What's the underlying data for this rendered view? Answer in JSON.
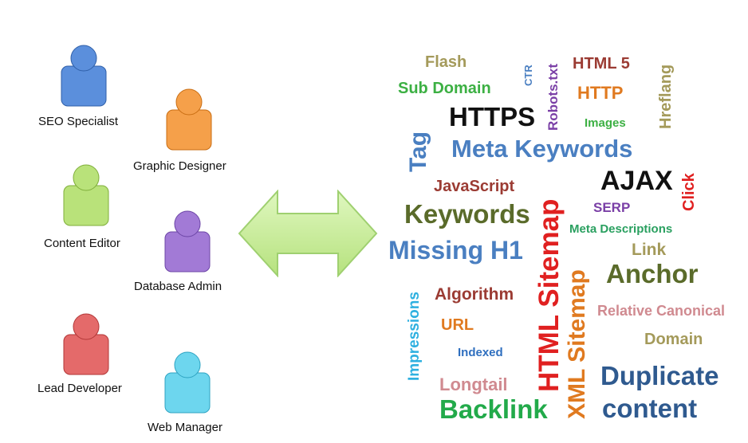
{
  "people": [
    {
      "label": "SEO Specialist",
      "color": "#5b8fdc",
      "dark": "#2f5fa8"
    },
    {
      "label": "Graphic Designer",
      "color": "#f5a04a",
      "dark": "#c96d12"
    },
    {
      "label": "Content Editor",
      "color": "#b9e27a",
      "dark": "#7fae3a"
    },
    {
      "label": "Database Admin",
      "color": "#a27ad6",
      "dark": "#6c45a6"
    },
    {
      "label": "Lead Developer",
      "color": "#e46a6a",
      "dark": "#b23737"
    },
    {
      "label": "Web Manager",
      "color": "#6dd6ee",
      "dark": "#2ea3c2"
    }
  ],
  "arrow": {
    "fill": "#c9ef9c",
    "stroke": "#9fd070"
  },
  "words": {
    "flash": "Flash",
    "ctr": "CTR",
    "robots": "Robots.txt",
    "html5": "HTML 5",
    "hreflang": "Hreflang",
    "subdomain": "Sub Domain",
    "http": "HTTP",
    "https": "HTTPS",
    "images": "Images",
    "tag": "Tag",
    "metakeywords": "Meta Keywords",
    "javascript": "JavaScript",
    "ajax": "AJAX",
    "click": "Click",
    "keywords": "Keywords",
    "serp": "SERP",
    "htmlsitemap": "HTML Sitemap",
    "metadesc": "Meta  Descriptions",
    "missingh1": "Missing H1",
    "link": "Link",
    "xmlsitemap": "XML Sitemap",
    "anchor": "Anchor",
    "impressions": "Impressions",
    "algorithm": "Algorithm",
    "relcanonical": "Relative Canonical",
    "url": "URL",
    "domain": "Domain",
    "indexed": "Indexed",
    "duplicate1": "Duplicate",
    "duplicate2": "content",
    "longtail": "Longtail",
    "backlink": "Backlink"
  }
}
